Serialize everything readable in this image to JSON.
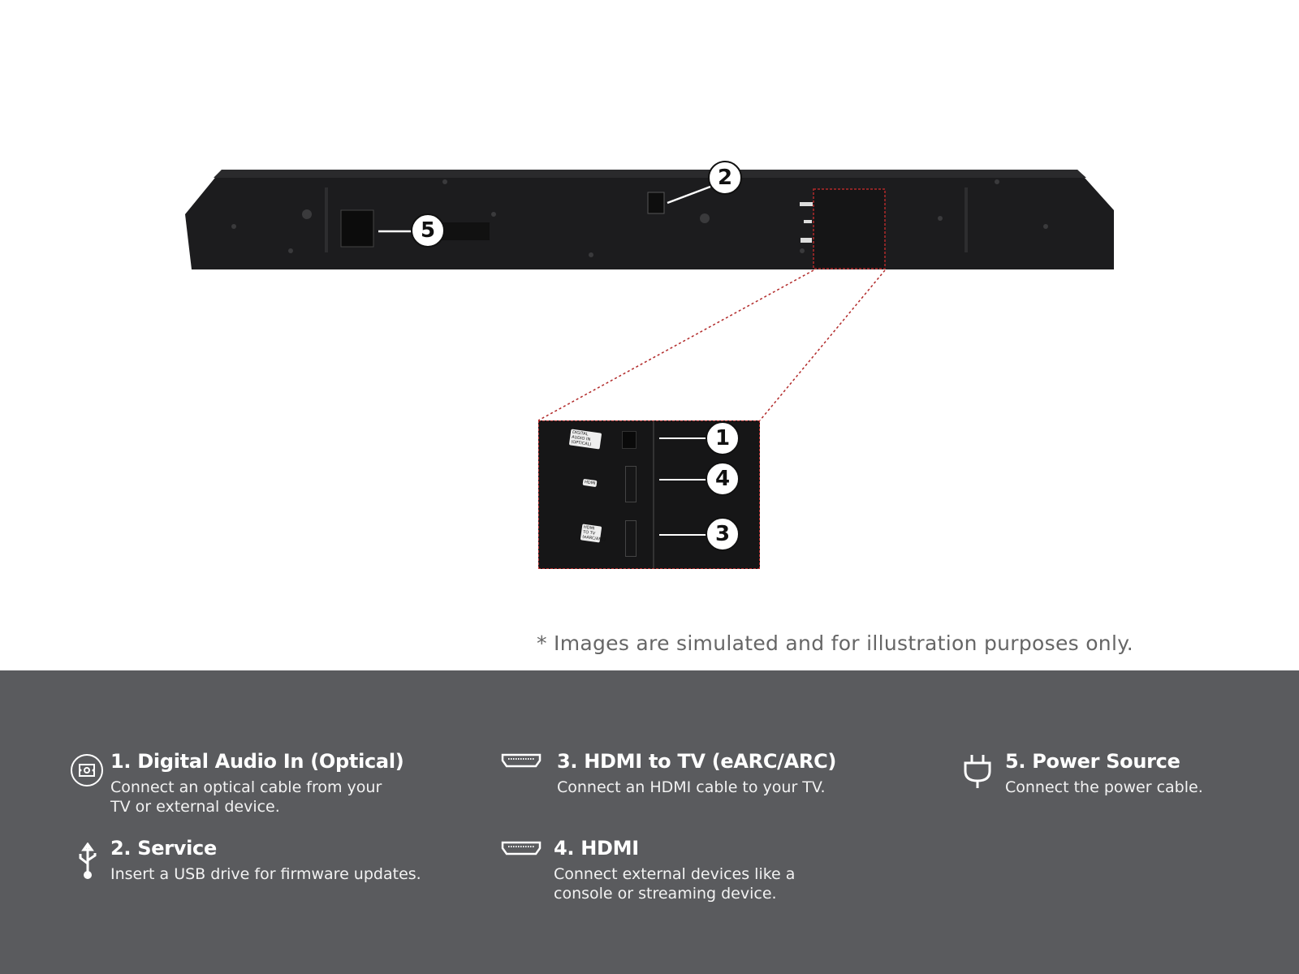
{
  "callouts": {
    "c1": "1",
    "c2": "2",
    "c3": "3",
    "c4": "4",
    "c5": "5"
  },
  "port_labels": {
    "optical": "DIGITAL AUDIO IN (OPTICAL)",
    "hdmi": "HDMI",
    "hdmi_tv": "HDMI TO TV (eARC/ARC)"
  },
  "disclaimer": "* Images are simulated and for illustration purposes only.",
  "colors": {
    "panel": "#5a5b5e",
    "inset_border": "#b22a2a",
    "device": "#1c1c1e"
  },
  "items": [
    {
      "title": "1. Digital Audio In (Optical)",
      "desc_lines": [
        "Connect an optical cable from your",
        "TV or external device."
      ],
      "icon": "optical-port-icon"
    },
    {
      "title": "2. Service",
      "desc_lines": [
        "Insert a USB drive for firmware updates."
      ],
      "icon": "usb-icon"
    },
    {
      "title": "3. HDMI to TV (eARC/ARC)",
      "desc_lines": [
        "Connect an HDMI cable to your TV."
      ],
      "icon": "hdmi-icon"
    },
    {
      "title": "4. HDMI",
      "desc_lines": [
        "Connect external devices like a",
        "console or streaming device."
      ],
      "icon": "hdmi-icon"
    },
    {
      "title": "5. Power Source",
      "desc_lines": [
        "Connect the power cable."
      ],
      "icon": "power-plug-icon"
    }
  ]
}
